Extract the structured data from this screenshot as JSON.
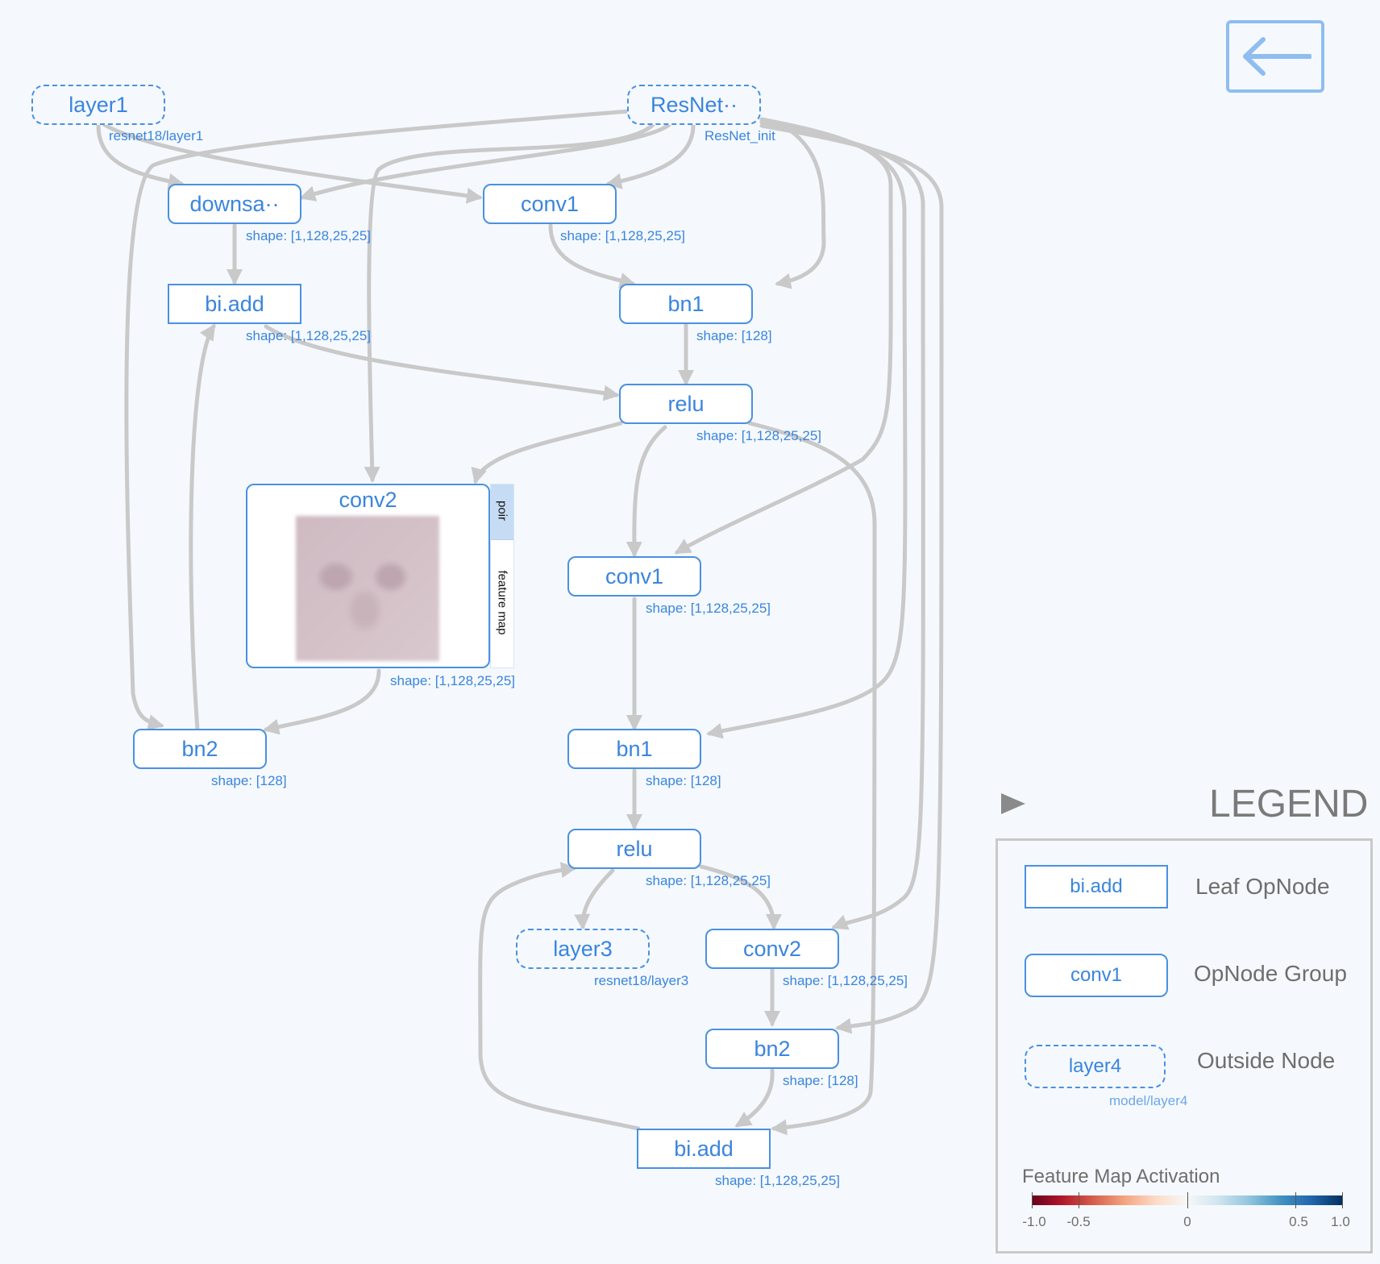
{
  "nodes": {
    "layer1_outside": {
      "label": "layer1",
      "sub": "resnet18/layer1"
    },
    "resnet_outside": {
      "label": "ResNet··",
      "sub": "ResNet_init"
    },
    "downsample": {
      "label": "downsa··",
      "sub": "shape: [1,128,25,25]"
    },
    "conv1_top": {
      "label": "conv1",
      "sub": "shape: [1,128,25,25]"
    },
    "biadd_top": {
      "label": "bi.add",
      "sub": "shape: [1,128,25,25]"
    },
    "bn1_top": {
      "label": "bn1",
      "sub": "shape: [128]"
    },
    "relu_top": {
      "label": "relu",
      "sub": "shape: [1,128,25,25]"
    },
    "conv2_expanded": {
      "label": "conv2",
      "sub": "shape: [1,128,25,25]",
      "tab_point": "poir",
      "tab_feature": "feature map"
    },
    "conv1_mid": {
      "label": "conv1",
      "sub": "shape: [1,128,25,25]"
    },
    "bn2_left": {
      "label": "bn2",
      "sub": "shape: [128]"
    },
    "bn1_mid": {
      "label": "bn1",
      "sub": "shape: [128]"
    },
    "relu_mid": {
      "label": "relu",
      "sub": "shape: [1,128,25,25]"
    },
    "layer3_outside": {
      "label": "layer3",
      "sub": "resnet18/layer3"
    },
    "conv2_bottom": {
      "label": "conv2",
      "sub": "shape: [1,128,25,25]"
    },
    "bn2_bottom": {
      "label": "bn2",
      "sub": "shape: [128]"
    },
    "biadd_bottom": {
      "label": "bi.add",
      "sub": "shape: [1,128,25,25]"
    }
  },
  "legend": {
    "title": "LEGEND",
    "leaf_sample": "bi.add",
    "leaf_label": "Leaf OpNode",
    "group_sample": "conv1",
    "group_label": "OpNode Group",
    "outside_sample": "layer4",
    "outside_sub": "model/layer4",
    "outside_label": "Outside Node",
    "colorbar_title": "Feature Map Activation",
    "ticks": [
      "-1.0",
      "-0.5",
      "0",
      "0.5",
      "1.0"
    ]
  },
  "colors": {
    "node_border": "#4a90e2",
    "node_text": "#3a85de",
    "edge": "#c9c9c9",
    "back_button": "#8fbdf0"
  },
  "icons": {
    "back": "arrow-left-icon",
    "legend_toggle": "triangle-right-icon"
  }
}
